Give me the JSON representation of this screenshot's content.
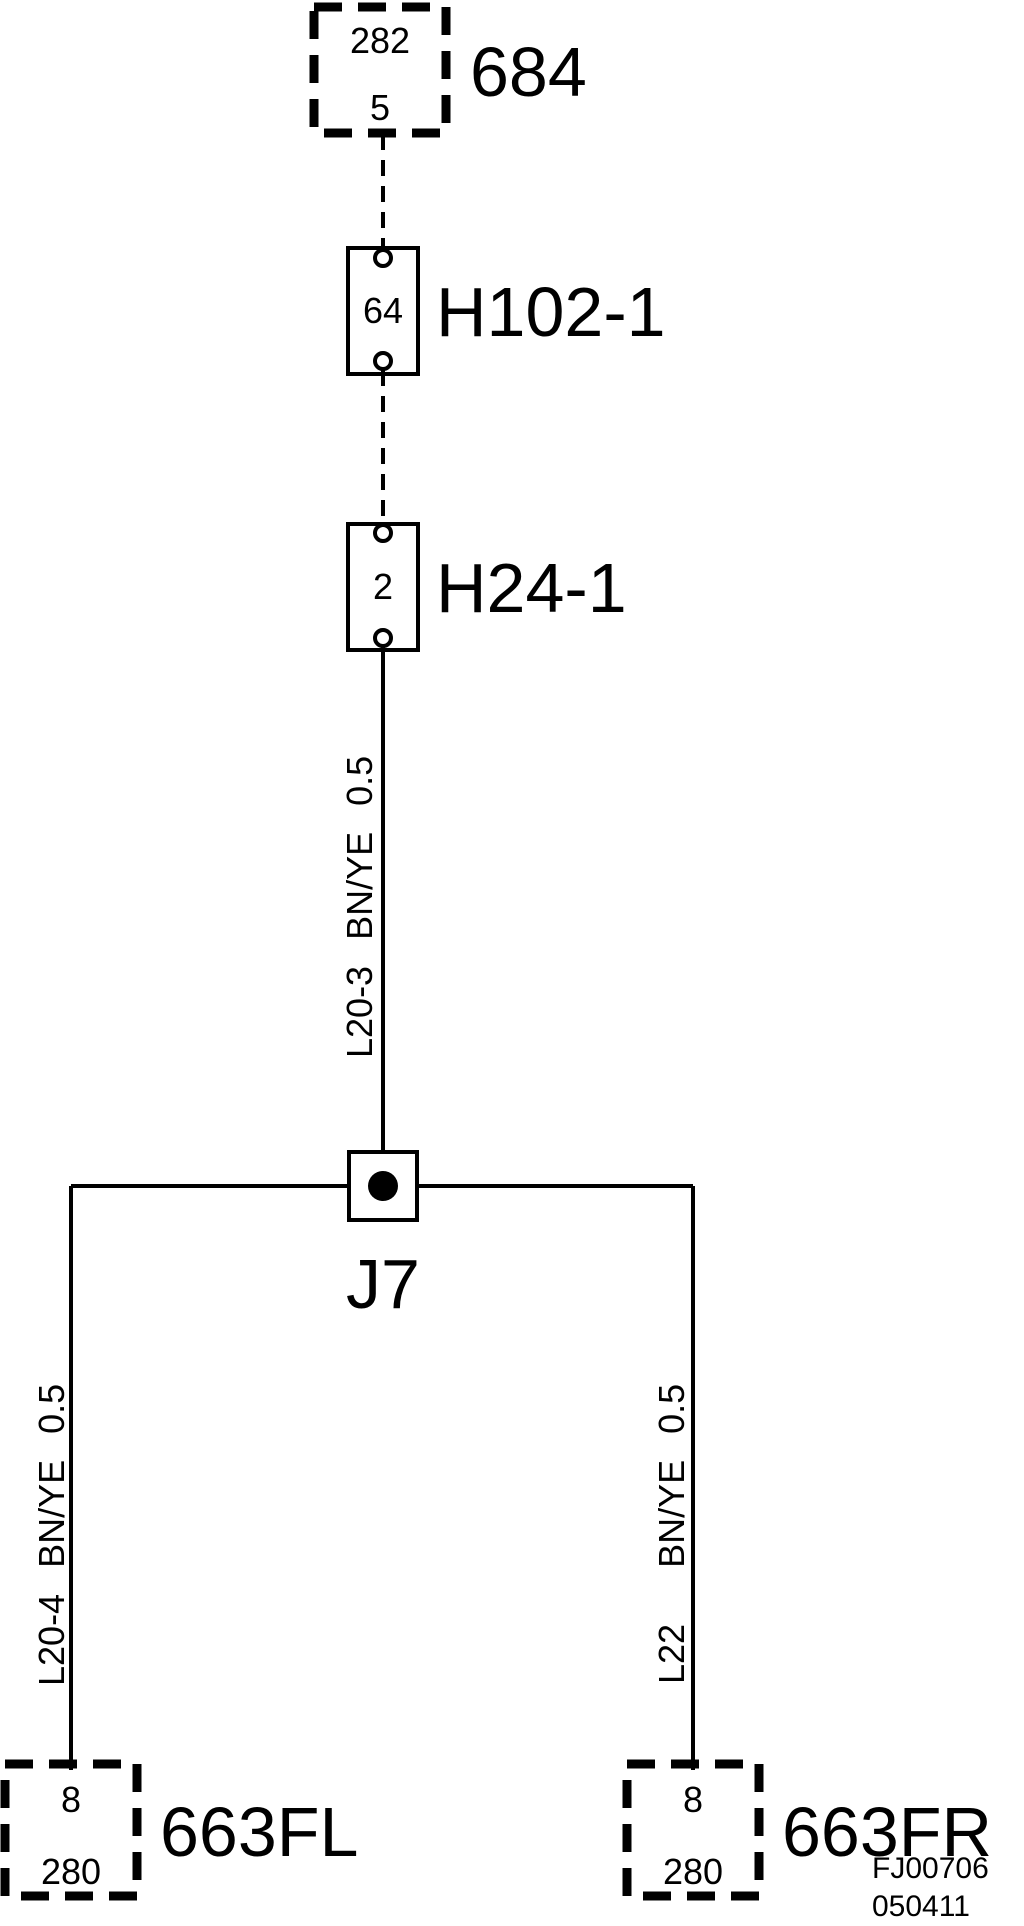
{
  "connectors": {
    "top": {
      "name": "684",
      "upper": "282",
      "lower": "5"
    },
    "front_left": {
      "name": "663FL",
      "upper": "8",
      "lower": "280"
    },
    "front_right": {
      "name": "663FR",
      "upper": "8",
      "lower": "280"
    }
  },
  "inline_connectors": {
    "h102": {
      "name": "H102-1",
      "pin": "64"
    },
    "h24": {
      "name": "H24-1",
      "pin": "2"
    }
  },
  "junction": {
    "name": "J7"
  },
  "wires": {
    "trunk": {
      "id": "L20-3",
      "color": "BN/YE",
      "size": "0.5"
    },
    "left": {
      "id": "L20-4",
      "color": "BN/YE",
      "size": "0.5"
    },
    "right": {
      "id": "L22",
      "color": "BN/YE",
      "size": "0.5"
    }
  },
  "drawing_code": {
    "line1": "FJ00706",
    "line2": "050411"
  }
}
